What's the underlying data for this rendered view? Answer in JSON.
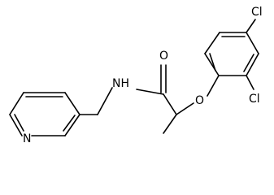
{
  "diagram": {
    "type": "chemical-structure",
    "atom_labels": {
      "cl_top": "Cl",
      "cl_bottom": "Cl",
      "o_carbonyl": "O",
      "o_ether": "O",
      "nh": "NH",
      "n_pyridine": "N"
    },
    "colors": {
      "bond": "#000000",
      "label": "#000000",
      "background": "#ffffff"
    }
  }
}
